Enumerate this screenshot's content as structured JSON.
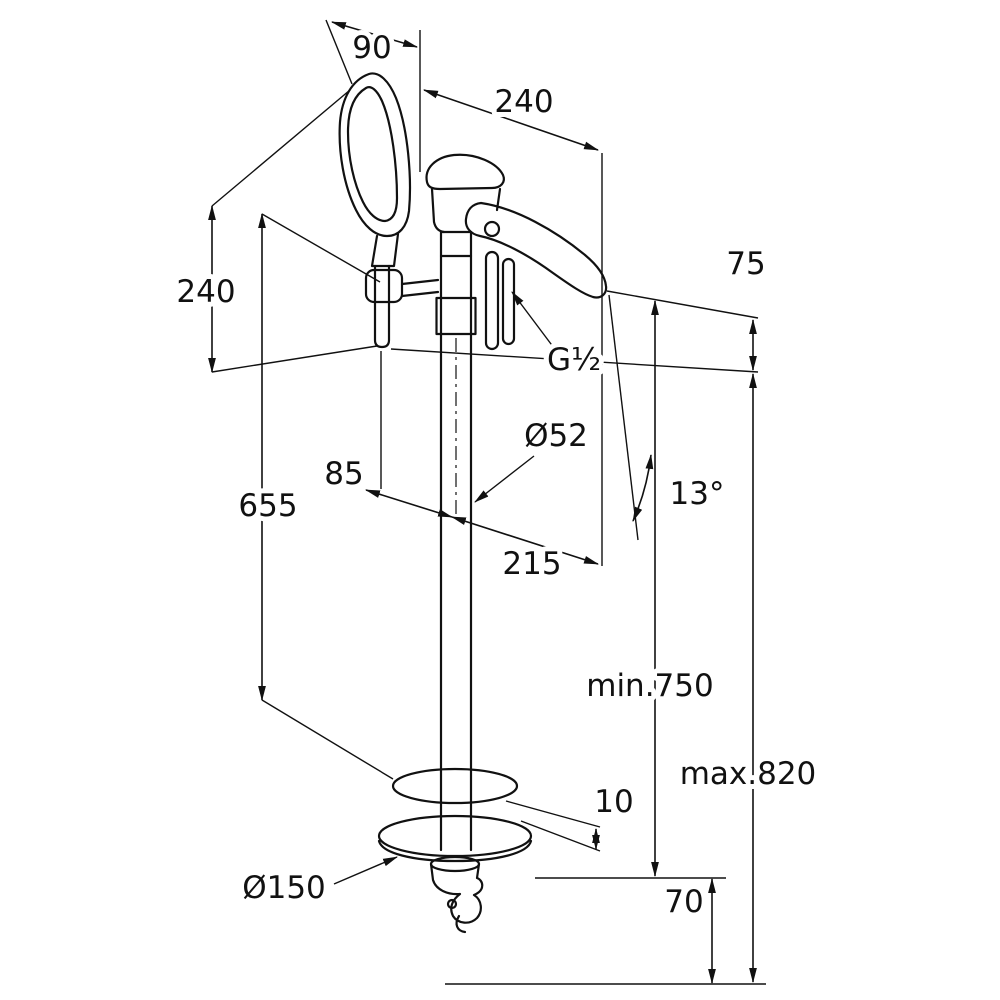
{
  "diagram": {
    "subject": "freestanding-bath-shower-mixer-dimensional-drawing",
    "colors": {
      "line": "#111111",
      "background": "#ffffff"
    },
    "labels": {
      "dim_90": "90",
      "dim_240_top": "240",
      "dim_240_left": "240",
      "dim_75": "75",
      "thread": "G½",
      "dia_column": "Ø52",
      "angle": "13°",
      "dim_85": "85",
      "dim_215": "215",
      "dim_655": "655",
      "min_height": "min.750",
      "max_height": "max.820",
      "dim_10": "10",
      "dia_base": "Ø150",
      "dim_70": "70"
    }
  }
}
